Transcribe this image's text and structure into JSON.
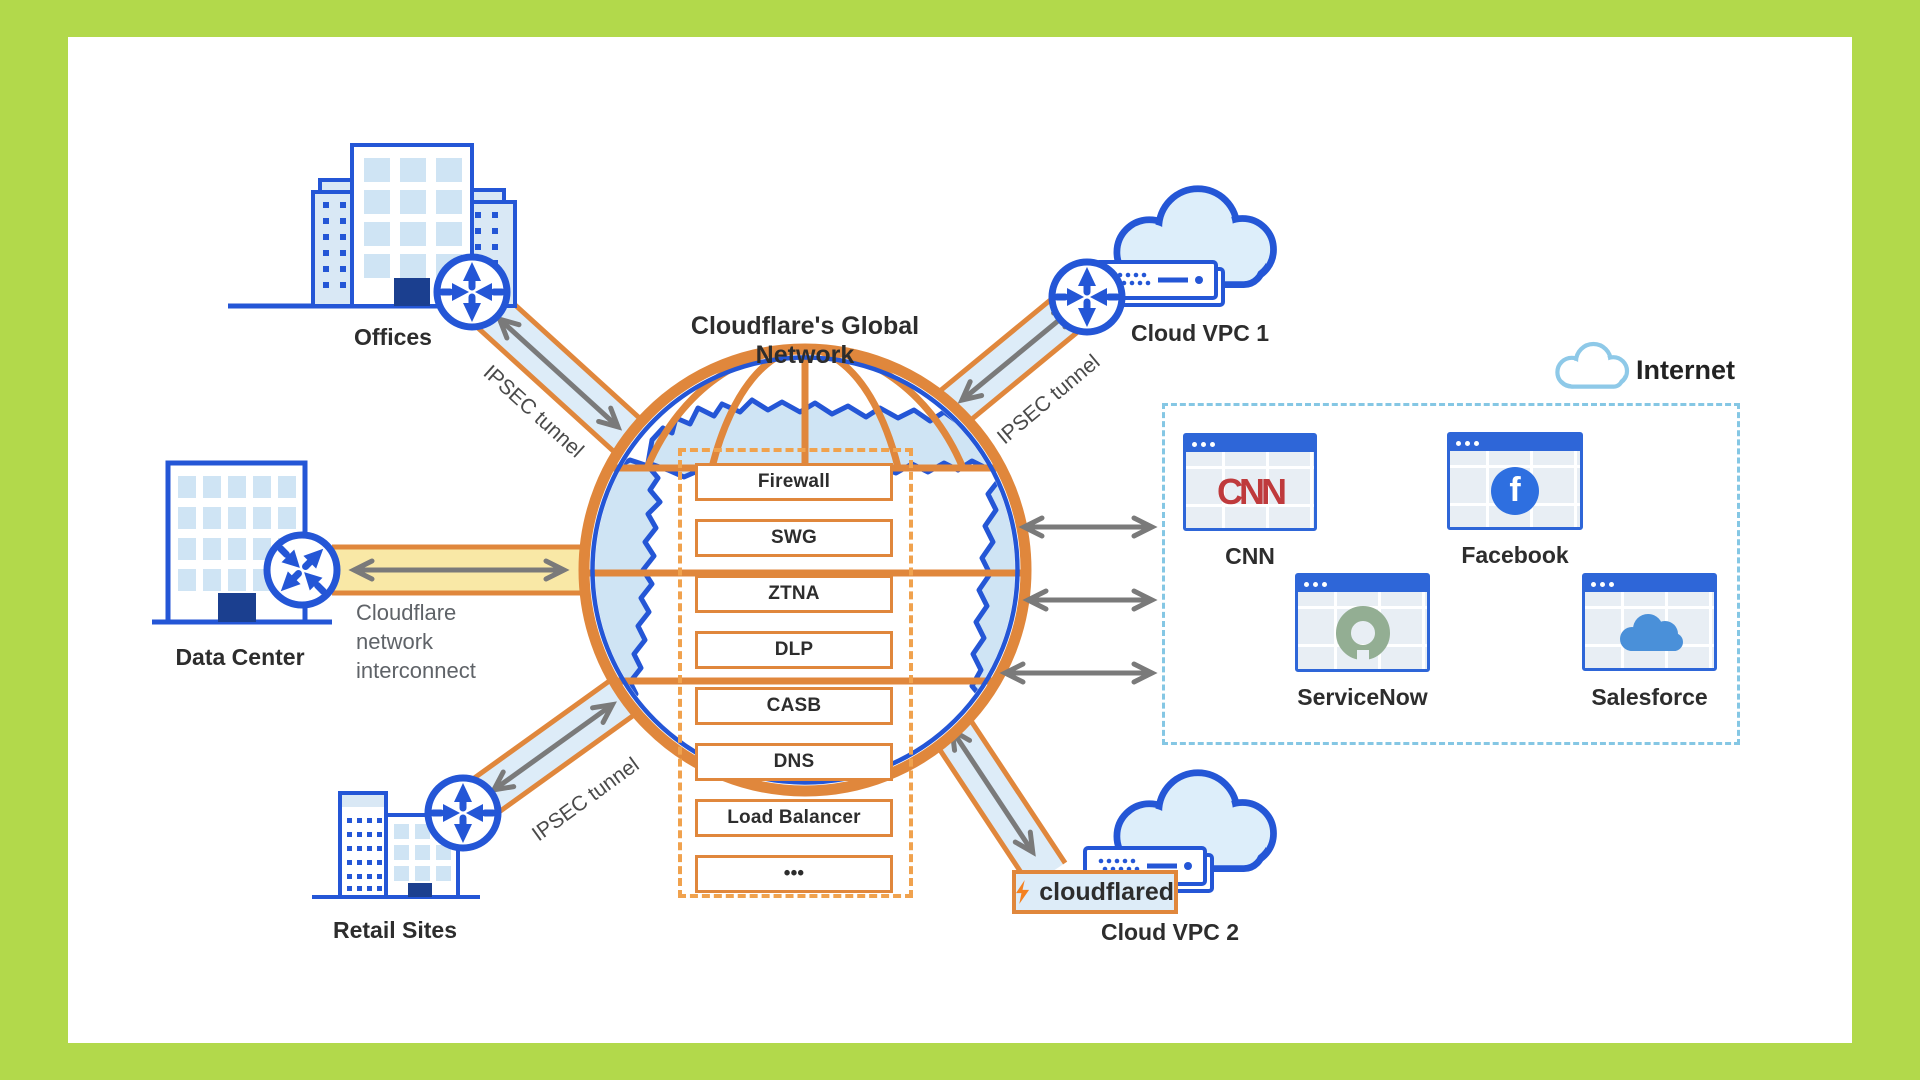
{
  "title": "Cloudflare's Global Network",
  "sites": {
    "offices": {
      "label": "Offices"
    },
    "data_center": {
      "label": "Data Center"
    },
    "retail_sites": {
      "label": "Retail Sites"
    },
    "cloud_vpc_1": {
      "label": "Cloud VPC 1"
    },
    "cloud_vpc_2": {
      "label": "Cloud VPC 2"
    }
  },
  "connections": {
    "ipsec_tunnel_label": "IPSEC tunnel",
    "interconnect_label": "Cloudflare\nnetwork\ninterconnect",
    "cloudflared_label": "cloudflared"
  },
  "services": {
    "items": [
      "Firewall",
      "SWG",
      "ZTNA",
      "DLP",
      "CASB",
      "DNS",
      "Load Balancer",
      "•••"
    ]
  },
  "internet": {
    "label": "Internet",
    "apps": [
      {
        "name": "CNN"
      },
      {
        "name": "Facebook",
        "logo_letter": "f"
      },
      {
        "name": "ServiceNow"
      },
      {
        "name": "Salesforce"
      }
    ]
  },
  "colors": {
    "frame_green": "#b2d94b",
    "diagram_orange": "#e0873c",
    "diagram_blue": "#2456d6",
    "tunnel_fill": "#ddecf8",
    "interconnect_fill": "#f9e8a6",
    "arrow_gray": "#7a7a7a",
    "internet_dash_blue": "#85c7e4"
  }
}
